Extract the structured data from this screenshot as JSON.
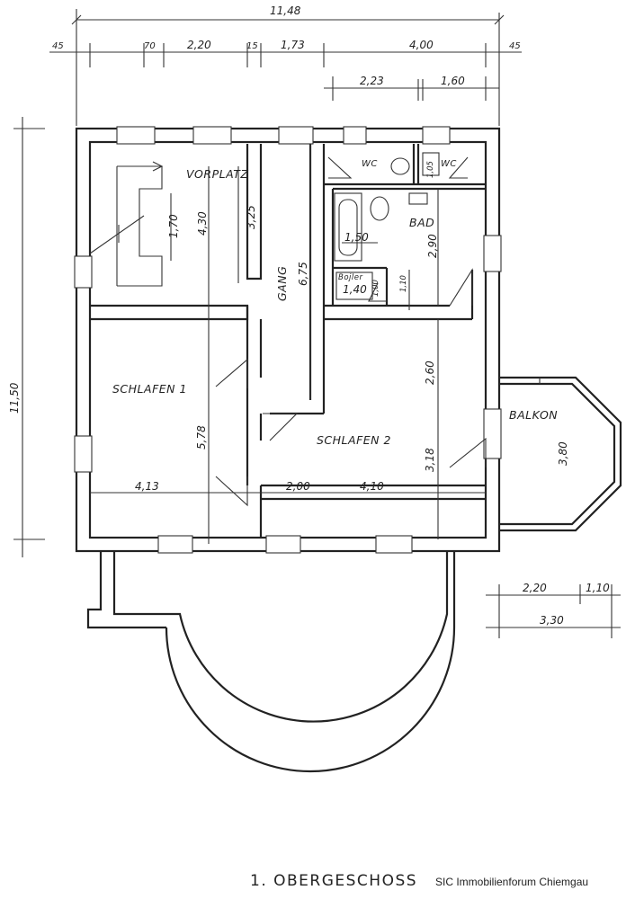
{
  "plan": {
    "title": "1. OBERGESCHOSS",
    "credit": "SIC Immobilienforum Chiemgau",
    "rooms": {
      "vorplatz": "VORPLATZ",
      "gang": "GANG",
      "wc1": "WC",
      "wc2": "WC",
      "bad": "BAD",
      "bojler": "Bojler",
      "schlafen1": "SCHLAFEN 1",
      "schlafen2": "SCHLAFEN 2",
      "balkon": "BALKON"
    },
    "dimensions": {
      "total_width": "11,48",
      "top_45_left": "45",
      "top_70": "70",
      "top_220": "2,20",
      "top_15": "15",
      "top_173": "1,73",
      "top_400": "4,00",
      "top_45_right": "45",
      "sub_223": "2,23",
      "sub_160": "1,60",
      "total_height": "11,50",
      "d_170": "1,70",
      "d_430": "4,30",
      "d_325": "3,25",
      "d_675": "6,75",
      "d_150": "1,50",
      "d_290": "2,90",
      "d_105": "1,05",
      "d_140": "1,40",
      "d_100": "1,00",
      "d_110": "1,10",
      "d_260": "2,60",
      "d_578": "5,78",
      "d_413": "4,13",
      "d_200": "2,00",
      "d_410": "4,10",
      "d_318": "3,18",
      "d_380": "3,80",
      "right_220": "2,20",
      "right_110": "1,10",
      "right_330": "3,30"
    }
  }
}
